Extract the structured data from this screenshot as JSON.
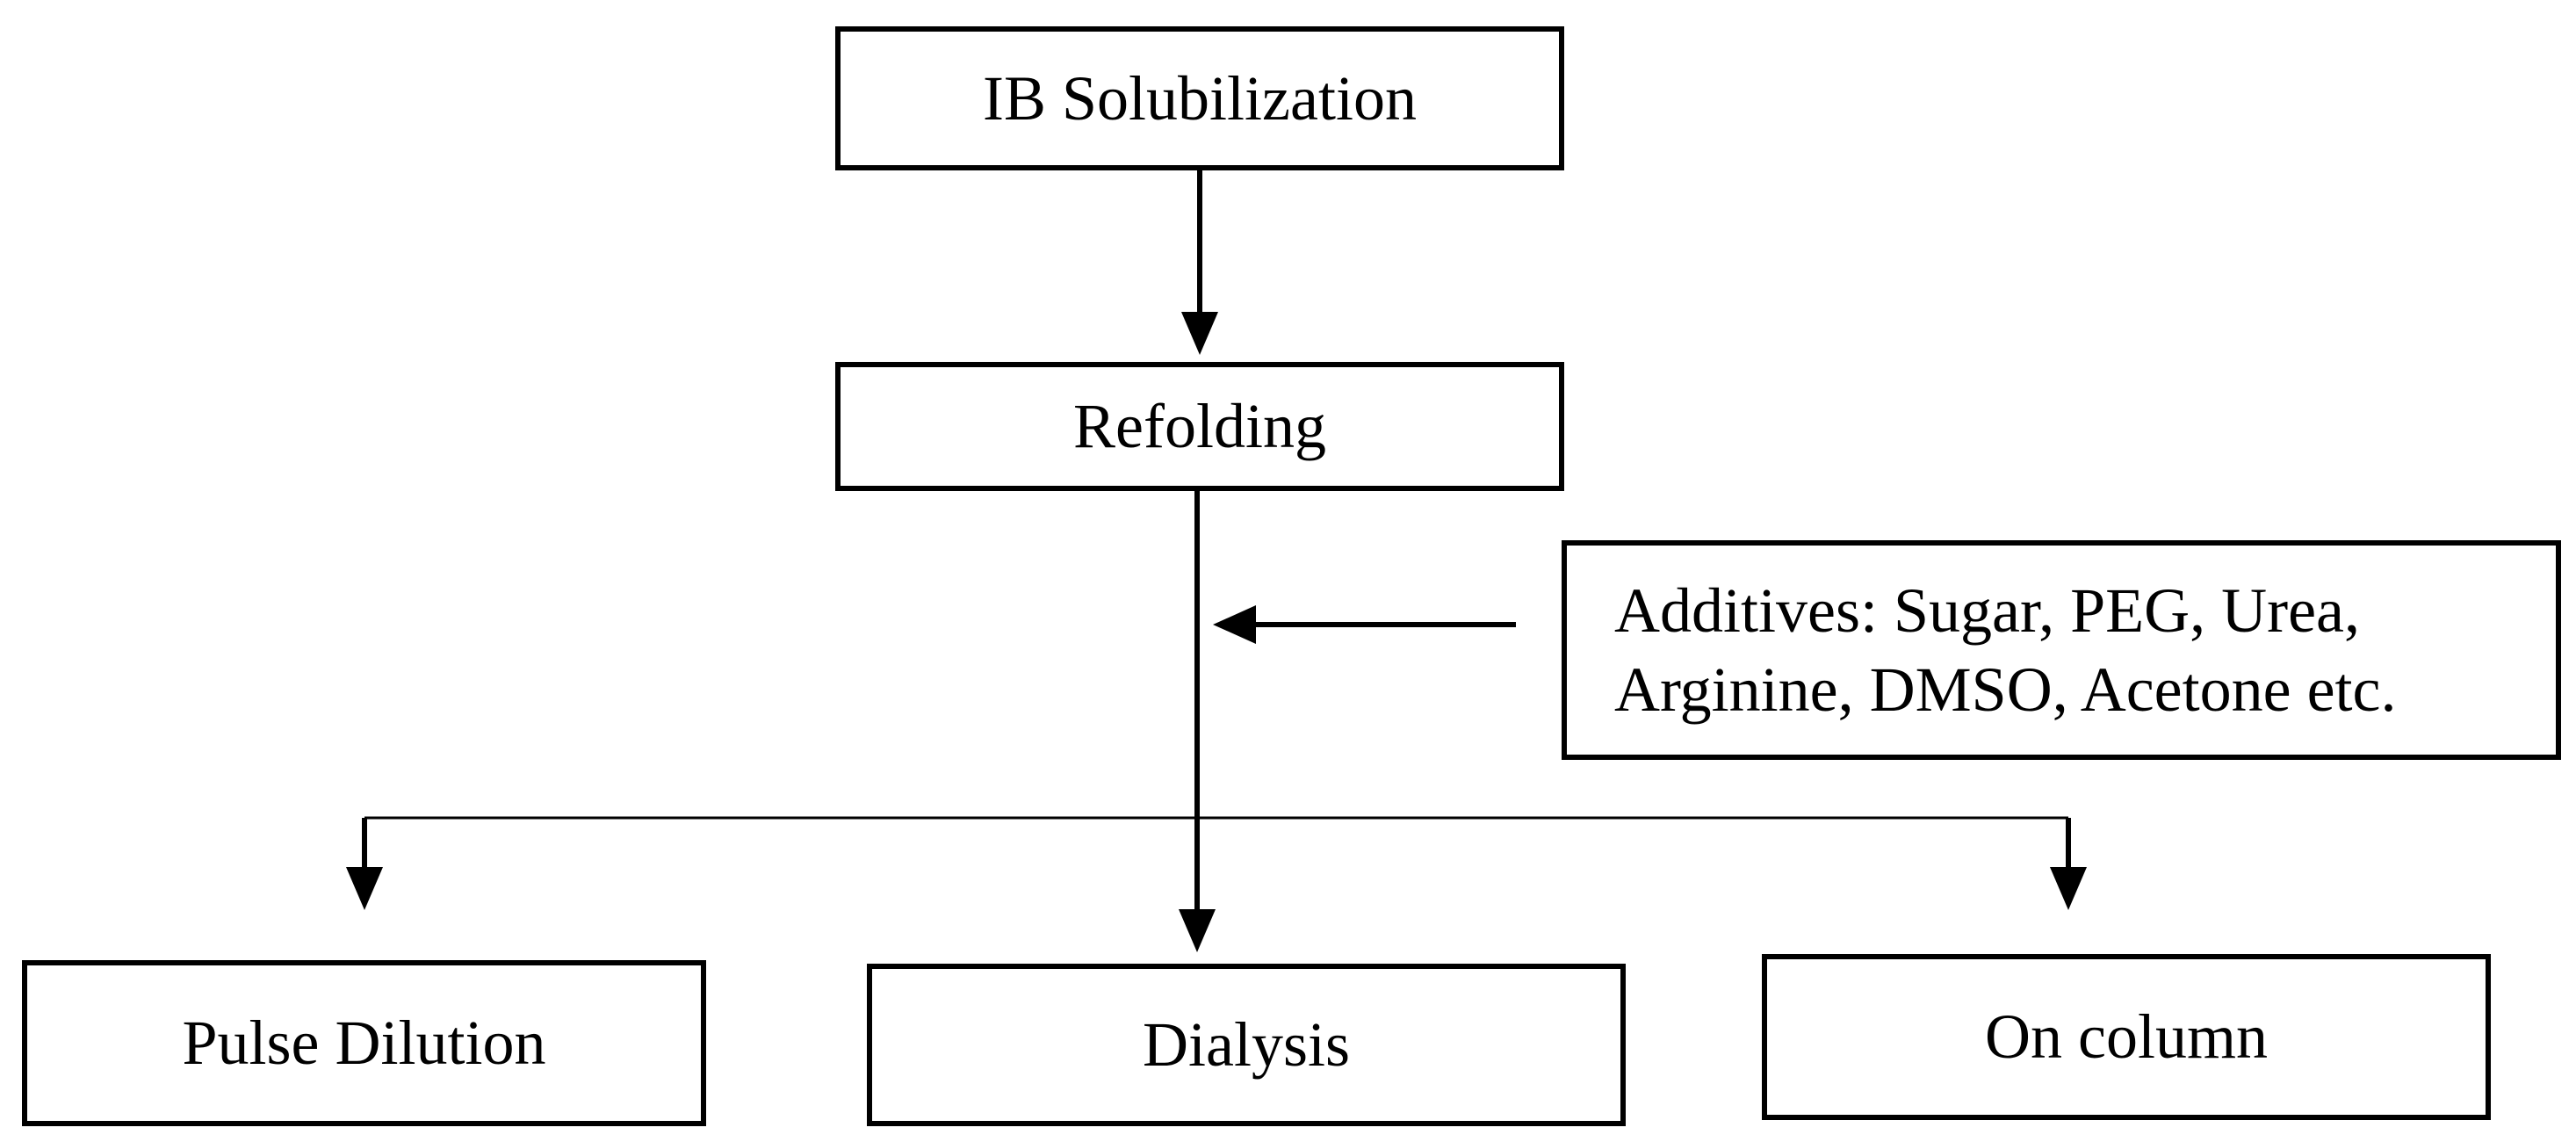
{
  "diagram": {
    "nodes": {
      "ib_solubilization": "IB Solubilization",
      "refolding": "Refolding",
      "additives_line1": "Additives: Sugar, PEG, Urea,",
      "additives_line2": "Arginine, DMSO, Acetone etc.",
      "pulse_dilution": "Pulse Dilution",
      "dialysis": "Dialysis",
      "on_column": "On column"
    },
    "edges": [
      {
        "from": "ib_solubilization",
        "to": "refolding"
      },
      {
        "from": "additives",
        "to": "refolding-dialysis-stem"
      },
      {
        "from": "refolding",
        "to": "pulse_dilution"
      },
      {
        "from": "refolding",
        "to": "dialysis"
      },
      {
        "from": "refolding",
        "to": "on_column"
      }
    ],
    "colors": {
      "stroke": "#000000",
      "background": "#ffffff"
    }
  }
}
